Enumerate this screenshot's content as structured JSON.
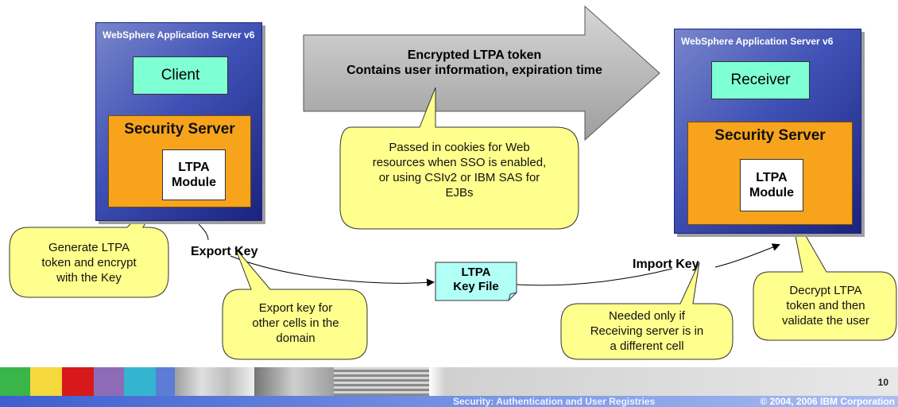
{
  "left_server": {
    "title": "WebSphere Application Server v6",
    "client_label": "Client",
    "security_server": "Security Server",
    "module_line1": "LTPA",
    "module_line2": "Module"
  },
  "right_server": {
    "title": "WebSphere Application Server v6",
    "receiver_label": "Receiver",
    "security_server": "Security Server",
    "module_line1": "LTPA",
    "module_line2": "Module"
  },
  "token_arrow": {
    "line1": "Encrypted LTPA token",
    "line2": "Contains user information, expiration time"
  },
  "callouts": {
    "cookies": [
      "Passed in cookies for Web",
      "resources when SSO is enabled,",
      "or using CSIv2 or IBM SAS for",
      "EJBs"
    ],
    "generate": [
      "Generate LTPA",
      "token and encrypt",
      "with the Key"
    ],
    "export": [
      "Export key for",
      "other cells in the",
      "domain"
    ],
    "needed": [
      "Needed only if",
      "Receiving server is in",
      "a different cell"
    ],
    "decrypt": [
      "Decrypt LTPA",
      "token and then",
      "validate the user"
    ]
  },
  "labels": {
    "export_key": "Export Key",
    "import_key": "Import Key"
  },
  "key_file": {
    "line1": "LTPA",
    "line2": "Key File"
  },
  "footer": {
    "page_number": "10",
    "title": "Security: Authentication and User Registries",
    "copyright": "© 2004, 2006 IBM Corporation"
  },
  "colors": {
    "server_blue": "#3f51b5",
    "component_green": "#7fffd4",
    "security_orange": "#f7a31c",
    "callout_yellow": "#ffff8d",
    "arrow_gray": "#bdbdbd",
    "footer_blue": "#5c7cd6"
  }
}
